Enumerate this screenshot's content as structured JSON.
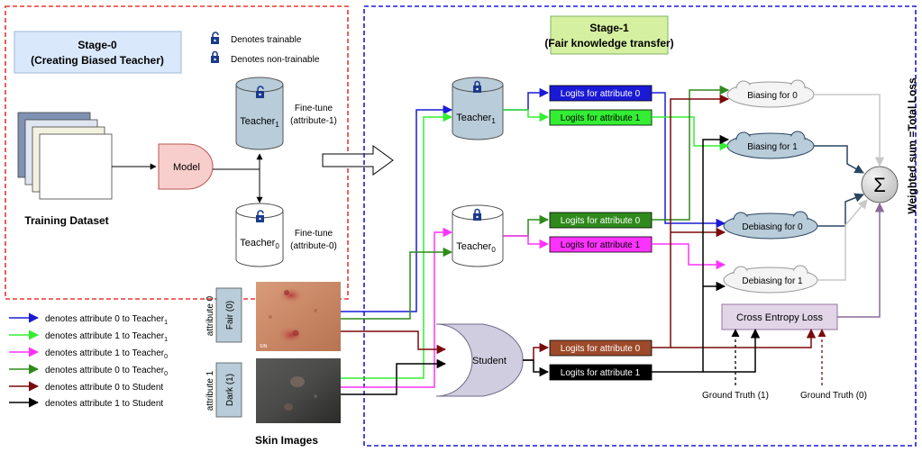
{
  "stage0": {
    "title_line1": "Stage-0",
    "title_line2": "(Creating Biased Teacher)",
    "legend_trainable": "Denotes trainable",
    "legend_nontrainable": "Denotes non-trainable",
    "model": "Model",
    "training_dataset": "Training Dataset",
    "teacher1": "Teacher",
    "teacher1_sub": "1",
    "teacher0": "Teacher",
    "teacher0_sub": "0",
    "finetune1_line1": "Fine-tune",
    "finetune1_line2": "(attribute-1)",
    "finetune0_line1": "Fine-tune",
    "finetune0_line2": "(attribute-0)"
  },
  "stage1": {
    "title_line1": "Stage-1",
    "title_line2": "(Fair knowledge transfer)",
    "teacher1": "Teacher",
    "teacher1_sub": "1",
    "teacher0": "Teacher",
    "teacher0_sub": "0",
    "student": "Student",
    "t1_logits0": "Logits for attribute 0",
    "t1_logits1": "Logits for attribute 1",
    "t0_logits0": "Logits for attribute 0",
    "t0_logits1": "Logits for attribute 1",
    "s_logits0": "Logits for attribute 0",
    "s_logits1": "Logits for attribute 1",
    "biasing0": "Biasing for 0",
    "biasing1": "Biasing for 1",
    "debiasing0": "Debiasing for 0",
    "debiasing1": "Debiasing for 1",
    "sum_symbol": "Σ",
    "weighted_sum": "Weighted sum =Total Loss",
    "cross_entropy": "Cross Entropy Loss",
    "gt1": "Ground Truth (1)",
    "gt0": "Ground Truth (0)"
  },
  "skin": {
    "attr0": "attribute 0",
    "fair": "Fair (0)",
    "attr1": "attribute 1",
    "dark": "Dark (1)",
    "caption": "Skin Images",
    "watermark": "SIN"
  },
  "legend": [
    {
      "text": "denotes attribute 0 to Teacher",
      "sub": "1",
      "color": "#1a1ad6"
    },
    {
      "text": "denotes attribute 1 to Teacher",
      "sub": "1",
      "color": "#33ee33"
    },
    {
      "text": "denotes attribute 1 to Teacher",
      "sub": "0",
      "color": "#ff33ff"
    },
    {
      "text": "denotes attribute 0 to Teacher",
      "sub": "0",
      "color": "#2f8a1c"
    },
    {
      "text": "denotes attribute 0 to Student",
      "sub": "",
      "color": "#7a0a0a"
    },
    {
      "text": "denotes attribute 1 to Student",
      "sub": "",
      "color": "#000000"
    }
  ],
  "colors": {
    "blue": "#1a1ad6",
    "green": "#33ee33",
    "magenta": "#ff33ff",
    "darkgreen": "#2f8a1c",
    "maroon": "#7a0a0a",
    "black": "#000000",
    "stage0_border": "#e53935",
    "stage1_border": "#1a1ad6",
    "stage0_fill": "#dae8fc",
    "stage1_fill": "#d5f0a0",
    "teacher_fill": "#b8ccd9",
    "model_fill": "#f8cecc",
    "student_fill": "#d0cde1",
    "lock": "#1a3a8c"
  }
}
